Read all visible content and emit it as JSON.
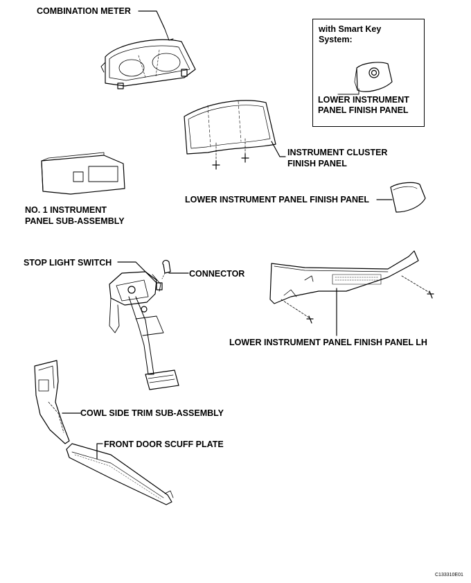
{
  "labels": {
    "combination_meter": "COMBINATION METER",
    "smart_key_line1": "with Smart Key",
    "smart_key_line2": "System:",
    "lower_panel_box_line1": "LOWER INSTRUMENT",
    "lower_panel_box_line2": "PANEL FINISH PANEL",
    "cluster_line1": "INSTRUMENT CLUSTER",
    "cluster_line2": "FINISH PANEL",
    "lower_panel": "LOWER INSTRUMENT PANEL FINISH PANEL",
    "no1_line1": "NO. 1 INSTRUMENT",
    "no1_line2": "PANEL SUB-ASSEMBLY",
    "stop_light_switch": "STOP LIGHT SWITCH",
    "connector": "CONNECTOR",
    "lower_panel_lh": "LOWER INSTRUMENT PANEL FINISH PANEL LH",
    "cowl_side_trim": "COWL SIDE TRIM SUB-ASSEMBLY",
    "front_door_scuff": "FRONT DOOR SCUFF PLATE"
  },
  "figure_code": "C133310E01"
}
